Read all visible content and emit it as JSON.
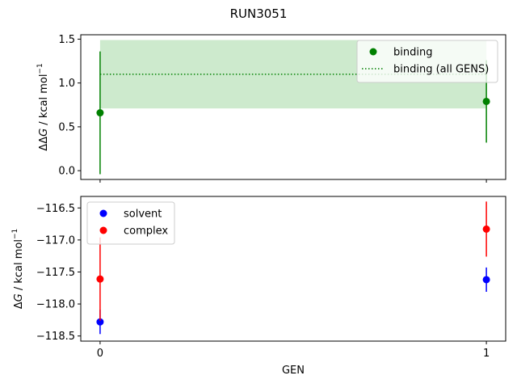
{
  "title": "RUN3051",
  "colors": {
    "binding": "#008000",
    "band": "#b2dfb2",
    "solvent": "#0000ff",
    "complex": "#ff0000"
  },
  "chart_data": [
    {
      "type": "scatter",
      "xlabel": "",
      "ylabel_prefix": "ΔΔ",
      "ylabel_var": "G",
      "ylabel_unit": " / kcal mol",
      "ylabel_exp": "−1",
      "xlim": [
        -0.05,
        1.05
      ],
      "ylim": [
        -0.1,
        1.55
      ],
      "xticks": [
        0,
        1
      ],
      "yticks": [
        0.0,
        0.5,
        1.0,
        1.5
      ],
      "ytick_labels": [
        "0.0",
        "0.5",
        "1.0",
        "1.5"
      ],
      "legend_position": "top-right",
      "series": [
        {
          "name": "binding",
          "kind": "errorbar",
          "color": "#008000",
          "x": [
            0,
            1
          ],
          "y": [
            0.66,
            0.79
          ],
          "err": [
            0.7,
            0.47
          ]
        },
        {
          "name": "binding (all GENS)",
          "kind": "hline-band",
          "color": "#008000",
          "y": 1.1,
          "band": [
            0.71,
            1.49
          ],
          "x_range": [
            0,
            1
          ]
        }
      ]
    },
    {
      "type": "scatter",
      "xlabel": "GEN",
      "ylabel_prefix": "Δ",
      "ylabel_var": "G",
      "ylabel_unit": " / kcal mol",
      "ylabel_exp": "−1",
      "xlim": [
        -0.05,
        1.05
      ],
      "ylim": [
        -118.58,
        -116.32
      ],
      "xticks": [
        0,
        1
      ],
      "xtick_labels": [
        "0",
        "1"
      ],
      "yticks": [
        -118.5,
        -118.0,
        -117.5,
        -117.0,
        -116.5
      ],
      "ytick_labels": [
        "−118.5",
        "−118.0",
        "−117.5",
        "−117.0",
        "−116.5"
      ],
      "legend_position": "top-left",
      "series": [
        {
          "name": "solvent",
          "kind": "errorbar",
          "color": "#0000ff",
          "x": [
            0,
            1
          ],
          "y": [
            -118.28,
            -117.62
          ],
          "err": [
            0.19,
            0.19
          ]
        },
        {
          "name": "complex",
          "kind": "errorbar",
          "color": "#ff0000",
          "x": [
            0,
            1
          ],
          "y": [
            -117.61,
            -116.83
          ],
          "err": [
            0.65,
            0.43
          ]
        }
      ]
    }
  ]
}
